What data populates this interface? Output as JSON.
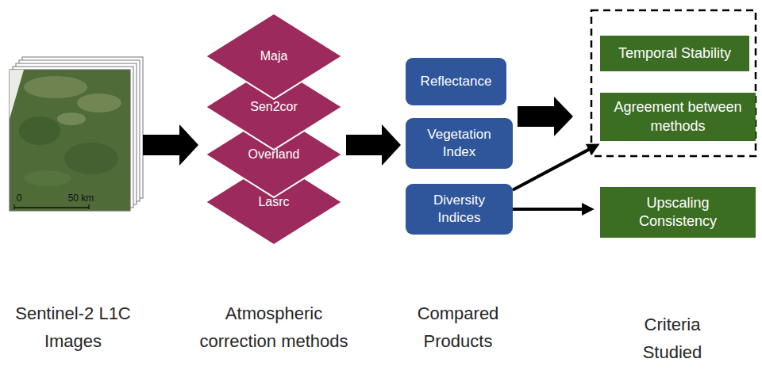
{
  "diagram": {
    "nodes": [
      {
        "text": [
          "Maja"
        ]
      },
      {
        "text": [
          "Sen2cor"
        ]
      },
      {
        "text": [
          "Overland"
        ]
      },
      {
        "text": [
          "Lasrc"
        ]
      },
      {
        "text": [
          "Reflectance"
        ]
      },
      {
        "text": [
          "Vegetation Index"
        ]
      },
      {
        "text": [
          "Diversity Indices"
        ]
      },
      {
        "text": [
          "Temporal Stability"
        ]
      },
      {
        "text": [
          "Agreement between methods"
        ]
      },
      {
        "text": [
          "Upscaling Consistency"
        ]
      }
    ],
    "edges": [
      {
        "from": 6,
        "to": 8,
        "arrow": "to"
      },
      {
        "from": 6,
        "to": 9,
        "arrow": "to"
      }
    ],
    "labels": [
      "0",
      "50 km",
      "Sentinel-2 L1C Images",
      "Atmospheric correction methods",
      "Compared Products",
      "Criteria Studied"
    ]
  }
}
